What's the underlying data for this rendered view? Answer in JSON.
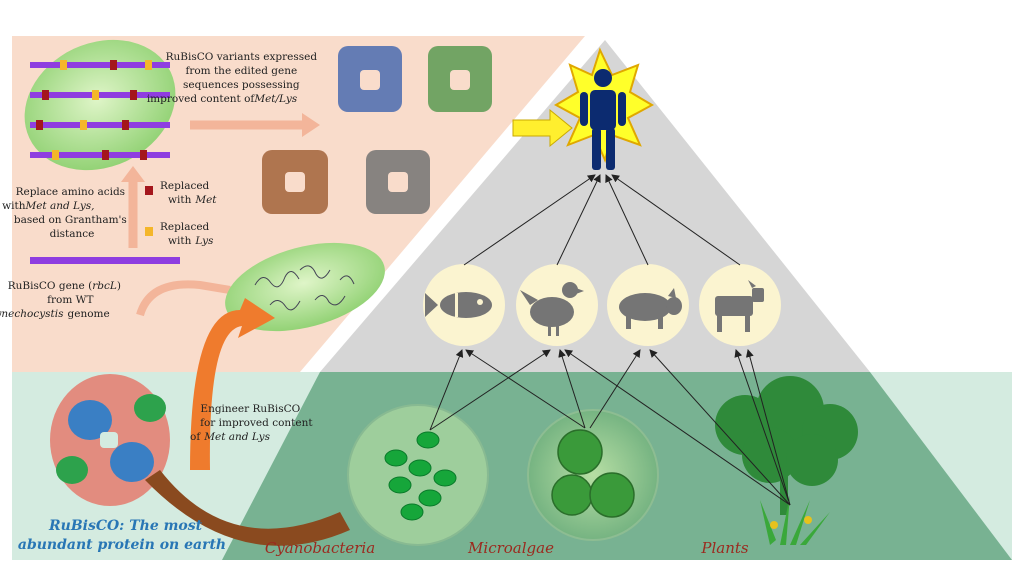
{
  "top_panel": {
    "variants_caption": [
      "RuBisCO variants expressed",
      "from the edited gene",
      "sequences possessing",
      "improved content of"
    ],
    "variants_caption_tail": "Met/Lys",
    "replace_caption": [
      "Replace amino acids",
      "with",
      "based on Grantham's",
      "distance"
    ],
    "replace_caption_mid": "Met and Lys,",
    "legend_met": [
      "Replaced",
      "with"
    ],
    "legend_met_name": "Met",
    "legend_lys": [
      "Replaced",
      "with"
    ],
    "legend_lys_name": "Lys",
    "gene_caption": [
      "RuBisCO gene (",
      "from WT",
      "genome"
    ],
    "gene_caption_rbcl": "rbcL",
    "gene_caption_species": "Synechocystis",
    "colors": {
      "met": "#a4161c",
      "lys": "#f4b62a",
      "gene": "#8f3de0",
      "panel": "#f9dccb"
    }
  },
  "bottom_panel": {
    "engineer_caption": [
      "Engineer RuBisCO",
      "for improved content",
      "of"
    ],
    "engineer_caption_tail": "Met and Lys",
    "rubisco_title": [
      "RuBisCO: The most",
      "abundant protein on earth"
    ],
    "organisms": [
      "Cyanobacteria",
      "Microalgae",
      "Plants"
    ],
    "colors": {
      "panel": "#d4ebe0",
      "title": "#2876b5",
      "organism": "#9b2a1f"
    }
  },
  "pyramid": {
    "consumer_icon": "human-icon",
    "animals": [
      "fish-icon",
      "chicken-icon",
      "pig-icon",
      "cow-icon"
    ],
    "colors": {
      "top": "#d6d6d6",
      "bottom": "#78b292",
      "human": "#0c2b70",
      "burst": "#ffff00"
    }
  }
}
